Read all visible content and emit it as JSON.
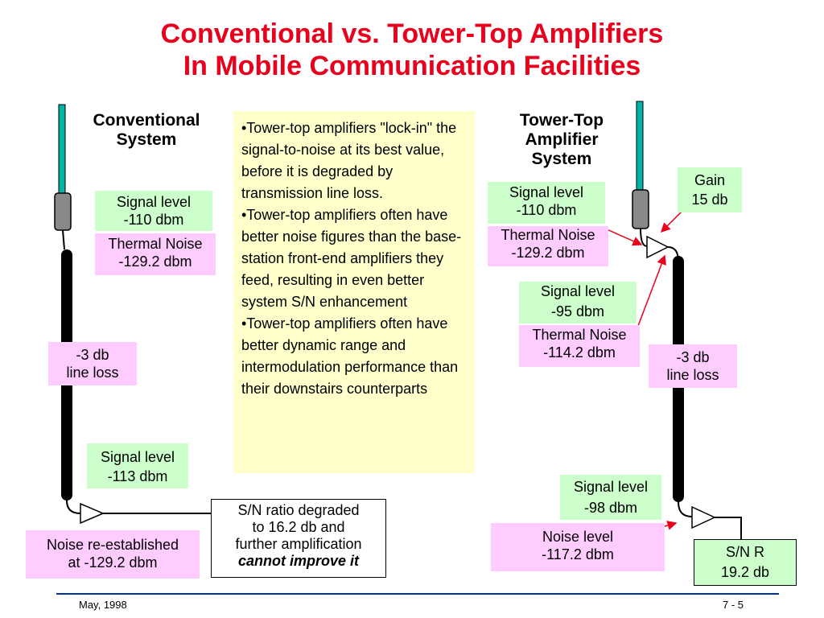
{
  "title": {
    "line1": "Conventional vs. Tower-Top Amplifiers",
    "line2": "In Mobile Communication Facilities"
  },
  "conventional": {
    "heading_line1": "Conventional",
    "heading_line2": "System",
    "signal_top": {
      "line1": "Signal level",
      "line2": "-110 dbm"
    },
    "noise_top": {
      "line1": "Thermal Noise",
      "line2": "-129.2 dbm"
    },
    "line_loss": {
      "line1": "-3 db",
      "line2": "line loss"
    },
    "signal_bottom": {
      "line1": "Signal level",
      "line2": "-113 dbm"
    },
    "noise_bottom": {
      "line1": "Noise re-established",
      "line2": "at -129.2 dbm"
    },
    "sn_note": {
      "line1": "S/N ratio degraded",
      "line2": "to 16.2 db and",
      "line3": "further amplification",
      "line4": "cannot improve it"
    }
  },
  "notes": [
    "•Tower-top  amplifiers \"lock-in\" the signal-to-noise at its best value, before it is degraded by transmission line loss.",
    "•Tower-top amplifiers often have better noise figures than the base-station front-end amplifiers they feed, resulting in even better system S/N enhancement",
    "•Tower-top amplifiers often have better dynamic range and intermodulation performance than their downstairs counterparts"
  ],
  "towertop": {
    "heading_line1": "Tower-Top",
    "heading_line2": "Amplifier",
    "heading_line3": "System",
    "gain": {
      "line1": "Gain",
      "line2": "15 db"
    },
    "signal_top": {
      "line1": "Signal level",
      "line2": "-110 dbm"
    },
    "noise_top": {
      "line1": "Thermal Noise",
      "line2": "-129.2 dbm"
    },
    "signal_mid": {
      "line1": "Signal level",
      "line2": "-95 dbm"
    },
    "noise_mid": {
      "line1": "Thermal Noise",
      "line2": "-114.2 dbm"
    },
    "line_loss": {
      "line1": "-3 db",
      "line2": "line loss"
    },
    "signal_bottom": {
      "line1": "Signal level",
      "line2": "-98 dbm"
    },
    "noise_bottom": {
      "line1": "Noise level",
      "line2": "-117.2 dbm"
    },
    "snr": {
      "line1": "S/N R",
      "line2": "19.2 db"
    }
  },
  "footer": {
    "date": "May, 1998",
    "page": "7 - 5"
  },
  "colors": {
    "title": "#e8001c",
    "signal_box": "#ccffcc",
    "noise_box": "#ffccff",
    "note_box": "#ffffcc",
    "antenna": "#00b3a4",
    "arrow": "#e8001c"
  }
}
